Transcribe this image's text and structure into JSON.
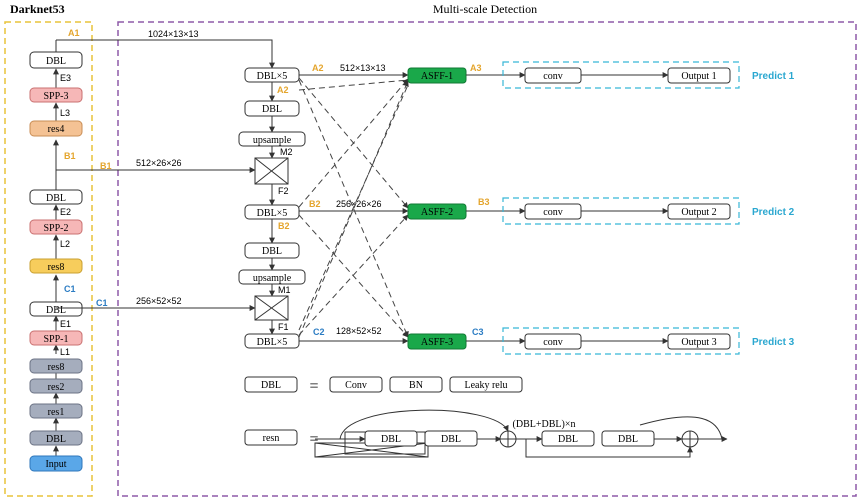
{
  "colors": {
    "backbone_border": "#e8c33a",
    "detect_border": "#8e5aa8",
    "predict_border": "#38b6d6",
    "predict_text": "#2aa7d0",
    "asff_fill": "#1aa84a",
    "spp_fill": "#f6b7b7",
    "res4_fill": "#f4c294",
    "res8_yellow_fill": "#f7cd5c",
    "res_gray_fill": "#a5adbd",
    "input_fill": "#5aa7e8",
    "label_orange": "#e4a52d",
    "label_blue": "#2b7cc3"
  },
  "titles": {
    "backbone": "Darknet53",
    "detection": "Multi-scale Detection"
  },
  "backbone": {
    "dbl_top": "DBL",
    "e3": "E3",
    "spp3": "SPP-3",
    "l3": "L3",
    "res4": "res4",
    "dbl_mid": "DBL",
    "e2": "E2",
    "spp2": "SPP-2",
    "l2": "L2",
    "res8_top": "res8",
    "dbl_low": "DBL",
    "e1": "E1",
    "spp1": "SPP-1",
    "l1": "L1",
    "res8_low": "res8",
    "res2": "res2",
    "res1": "res1",
    "dbl_bottom": "DBL",
    "input": "Input",
    "a1": "A1",
    "b1": "B1",
    "c1": "C1"
  },
  "links": {
    "a1_dim": "1024×13×13",
    "b1_label": "B1",
    "b1_dim": "512×26×26",
    "c1_label": "C1",
    "c1_dim": "256×52×52"
  },
  "detection": {
    "dbl5_1": "DBL×5",
    "dbl_1": "DBL",
    "up_1": "upsample",
    "m2": "M2",
    "f2": "F2",
    "dbl5_2": "DBL×5",
    "dbl_2": "DBL",
    "up_2": "upsample",
    "m1": "M1",
    "f1": "F1",
    "dbl5_3": "DBL×5",
    "a2": "A2",
    "a2_sub": "A2",
    "b2": "B2",
    "b2_sub": "B2",
    "c2": "C2",
    "dim_a2": "512×13×13",
    "dim_b2": "256×26×26",
    "dim_c2": "128×52×52",
    "asff1": "ASFF-1",
    "asff2": "ASFF-2",
    "asff3": "ASFF-3",
    "a3": "A3",
    "b3": "B3",
    "c3": "C3",
    "conv1": "conv",
    "conv2": "conv",
    "conv3": "conv",
    "out1": "Output 1",
    "out2": "Output 2",
    "out3": "Output 3",
    "predict1": "Predict 1",
    "predict2": "Predict 2",
    "predict3": "Predict 3"
  },
  "legend": {
    "dbl": "DBL",
    "equals1": "=",
    "conv": "Conv",
    "bn": "BN",
    "leaky": "Leaky relu",
    "resn": "resn",
    "equals2": "=",
    "r_dbl1": "DBL",
    "r_dbl2": "DBL",
    "r_dbl3": "DBL",
    "r_dbl4": "DBL",
    "repeat": "(DBL+DBL)×n"
  }
}
